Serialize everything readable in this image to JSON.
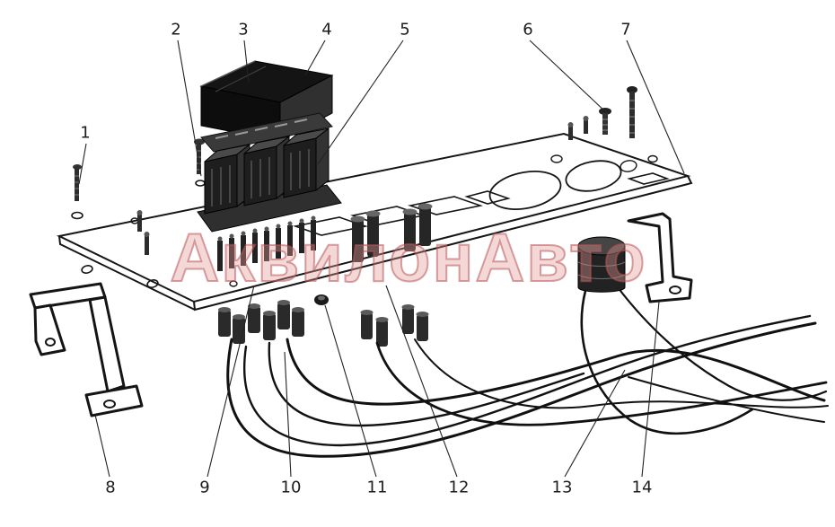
{
  "diagram": {
    "type": "exploded-parts-diagram",
    "background_hex": "#ffffff",
    "line_hex": "#151515"
  },
  "watermark": {
    "text": "АквилонАвто",
    "color_hex": "#c98080"
  },
  "callouts": [
    {
      "n": "1"
    },
    {
      "n": "2"
    },
    {
      "n": "3"
    },
    {
      "n": "4"
    },
    {
      "n": "5"
    },
    {
      "n": "6"
    },
    {
      "n": "7"
    },
    {
      "n": "8"
    },
    {
      "n": "9"
    },
    {
      "n": "10"
    },
    {
      "n": "11"
    },
    {
      "n": "12"
    },
    {
      "n": "13"
    },
    {
      "n": "14"
    }
  ]
}
